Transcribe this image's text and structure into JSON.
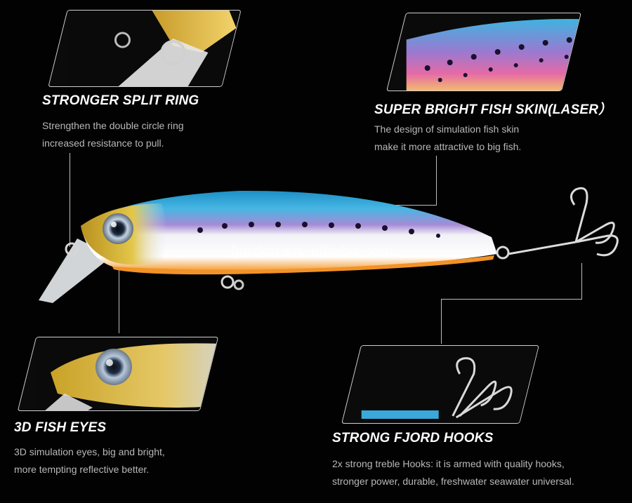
{
  "features": [
    {
      "id": "split-ring",
      "heading": "STRONGER SPLIT RING",
      "lines": [
        "Strengthen the double circle ring",
        "increased resistance to pull."
      ]
    },
    {
      "id": "fish-skin",
      "heading": "SUPER BRIGHT FISH SKIN(LASER）",
      "lines": [
        "The design of simulation fish skin",
        "make it more attractive to big fish."
      ]
    },
    {
      "id": "fish-eyes",
      "heading": "3D FISH EYES",
      "lines": [
        "3D simulation eyes, big and bright,",
        "more tempting reflective better."
      ]
    },
    {
      "id": "hooks",
      "heading": "STRONG FJORD HOOKS",
      "lines": [
        "2x strong treble Hooks: it is armed with quality hooks,",
        "stronger power, durable, freshwater seawater universal."
      ]
    }
  ],
  "watermark": "fjordcn.en.alibaba.com",
  "colors": {
    "background": "#020202",
    "heading": "#ffffff",
    "description": "#b8b8b8",
    "lure_back": "#2fa9d8",
    "lure_belly": "#f6a23a",
    "lure_head": "#d4b52c"
  }
}
